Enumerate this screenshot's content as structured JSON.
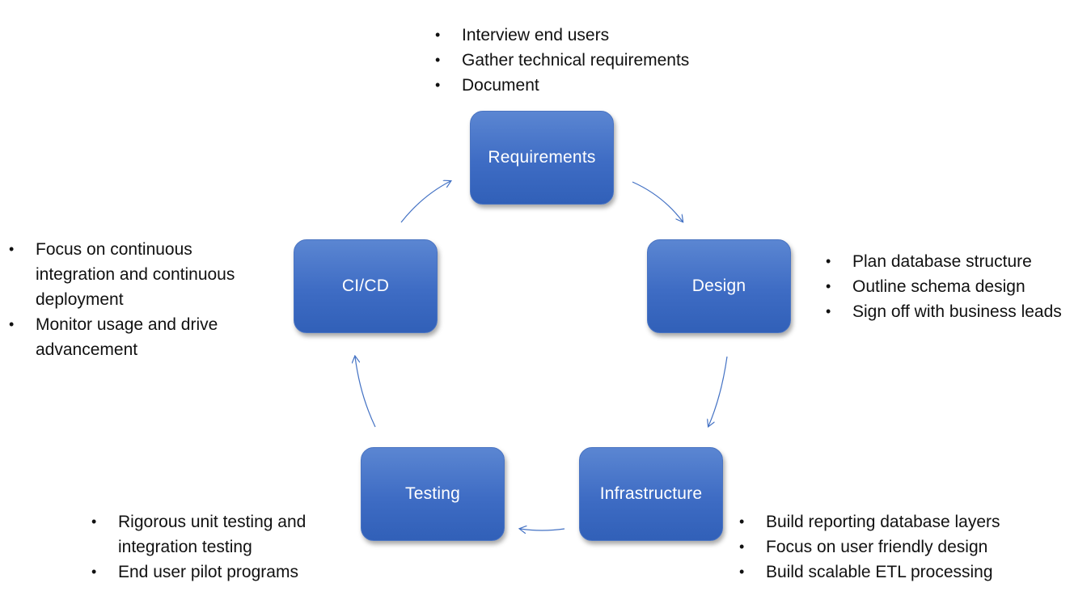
{
  "nodes": {
    "requirements": "Requirements",
    "design": "Design",
    "infrastructure": "Infrastructure",
    "testing": "Testing",
    "cicd": "CI/CD"
  },
  "bullets": {
    "requirements": [
      "Interview end users",
      "Gather technical requirements",
      "Document"
    ],
    "design": [
      "Plan database structure",
      "Outline schema design",
      "Sign off with business leads"
    ],
    "infrastructure": [
      "Build reporting database layers",
      "Focus on user friendly design",
      "Build scalable ETL processing"
    ],
    "testing": [
      "Rigorous unit testing and integration testing",
      "End user pilot programs"
    ],
    "cicd": [
      "Focus on continuous integration and continuous deployment",
      "Monitor usage and drive advancement"
    ]
  },
  "colors": {
    "node_fill": "#4472c4",
    "node_text": "#ffffff",
    "arrow": "#4472c4",
    "text": "#111111"
  }
}
